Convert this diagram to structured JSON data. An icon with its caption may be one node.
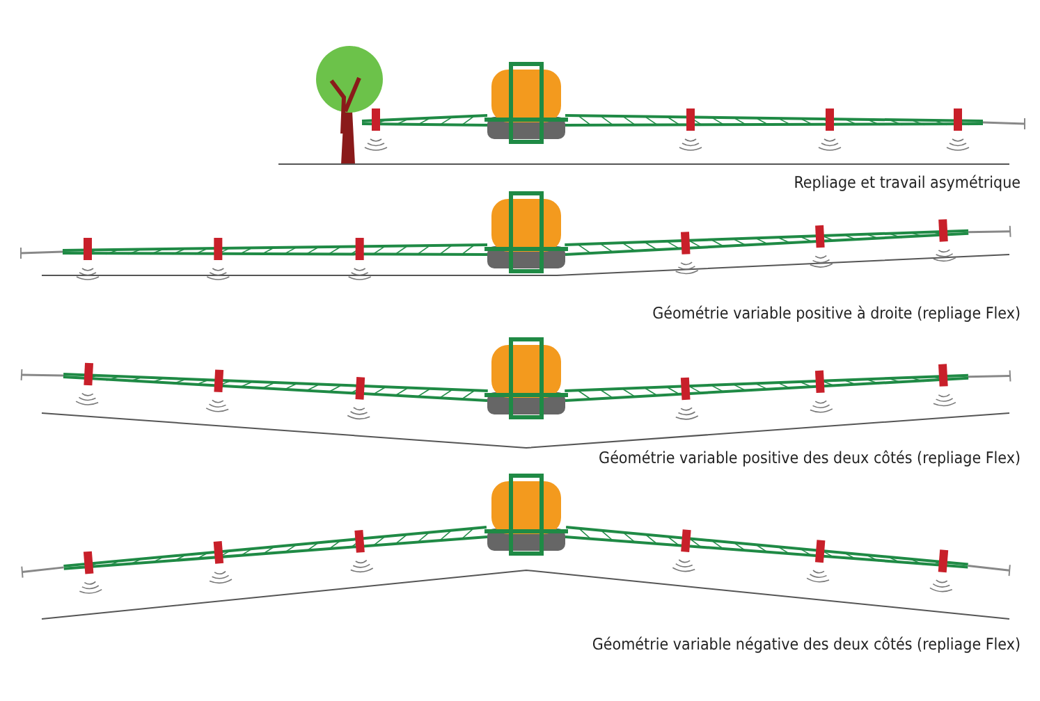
{
  "diagram": {
    "labels": [
      "Repliage et travail asymétrique",
      "Géométrie variable positive à droite (repliage Flex)",
      "Géométrie variable positive des deux côtés (repliage Flex)",
      "Géométrie variable négative des deux côtés (repliage Flex)"
    ]
  }
}
